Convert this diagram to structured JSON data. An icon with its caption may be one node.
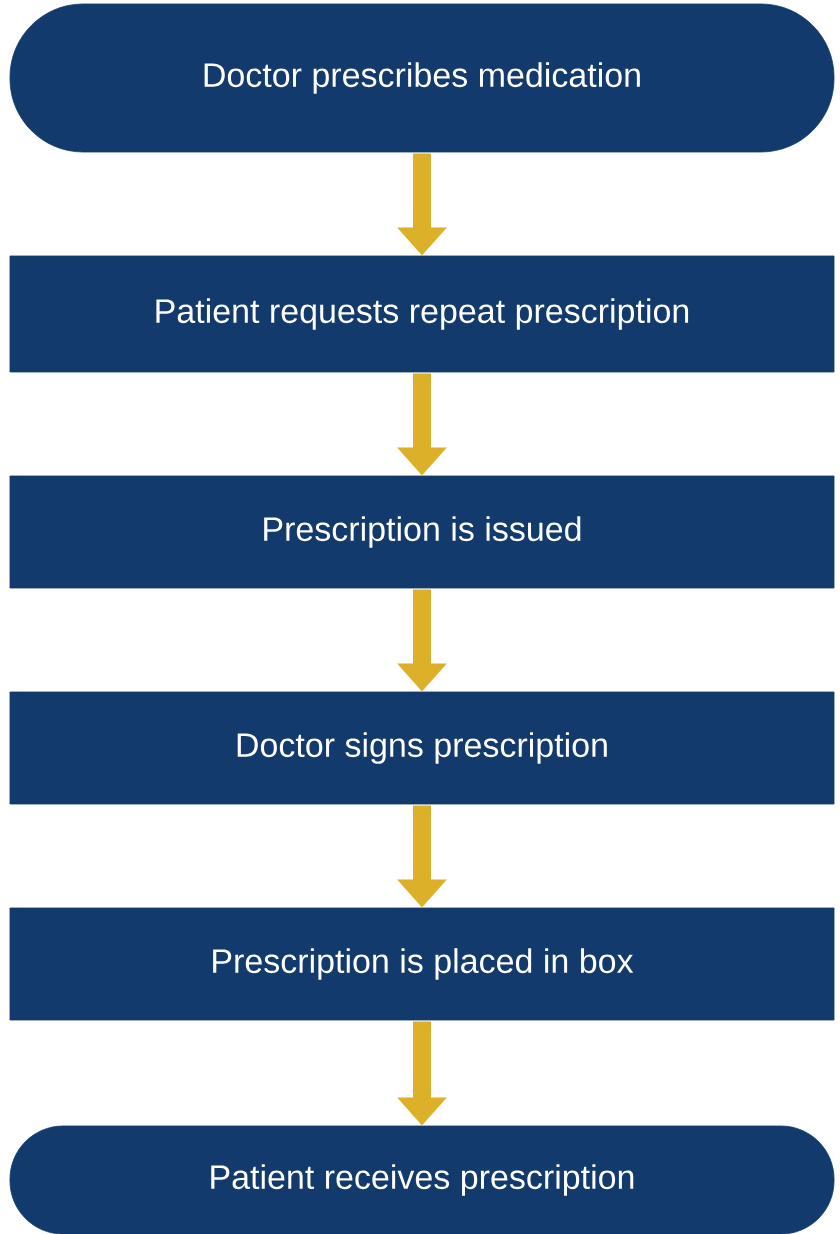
{
  "diagram": {
    "nodes": [
      {
        "text": [
          "Doctor prescribes medication"
        ]
      },
      {
        "text": [
          "Patient requests repeat prescription"
        ]
      },
      {
        "text": [
          "Prescription is issued"
        ]
      },
      {
        "text": [
          "Doctor signs prescription"
        ]
      },
      {
        "text": [
          "Prescription is placed in box"
        ]
      },
      {
        "text": [
          "Patient receives prescription"
        ]
      }
    ],
    "edges": [
      {
        "from": 0,
        "to": 1,
        "arrow": "to"
      },
      {
        "from": 1,
        "to": 2,
        "arrow": "to"
      },
      {
        "from": 2,
        "to": 3,
        "arrow": "to"
      },
      {
        "from": 3,
        "to": 4,
        "arrow": "to"
      },
      {
        "from": 4,
        "to": 5,
        "arrow": "to"
      }
    ]
  }
}
